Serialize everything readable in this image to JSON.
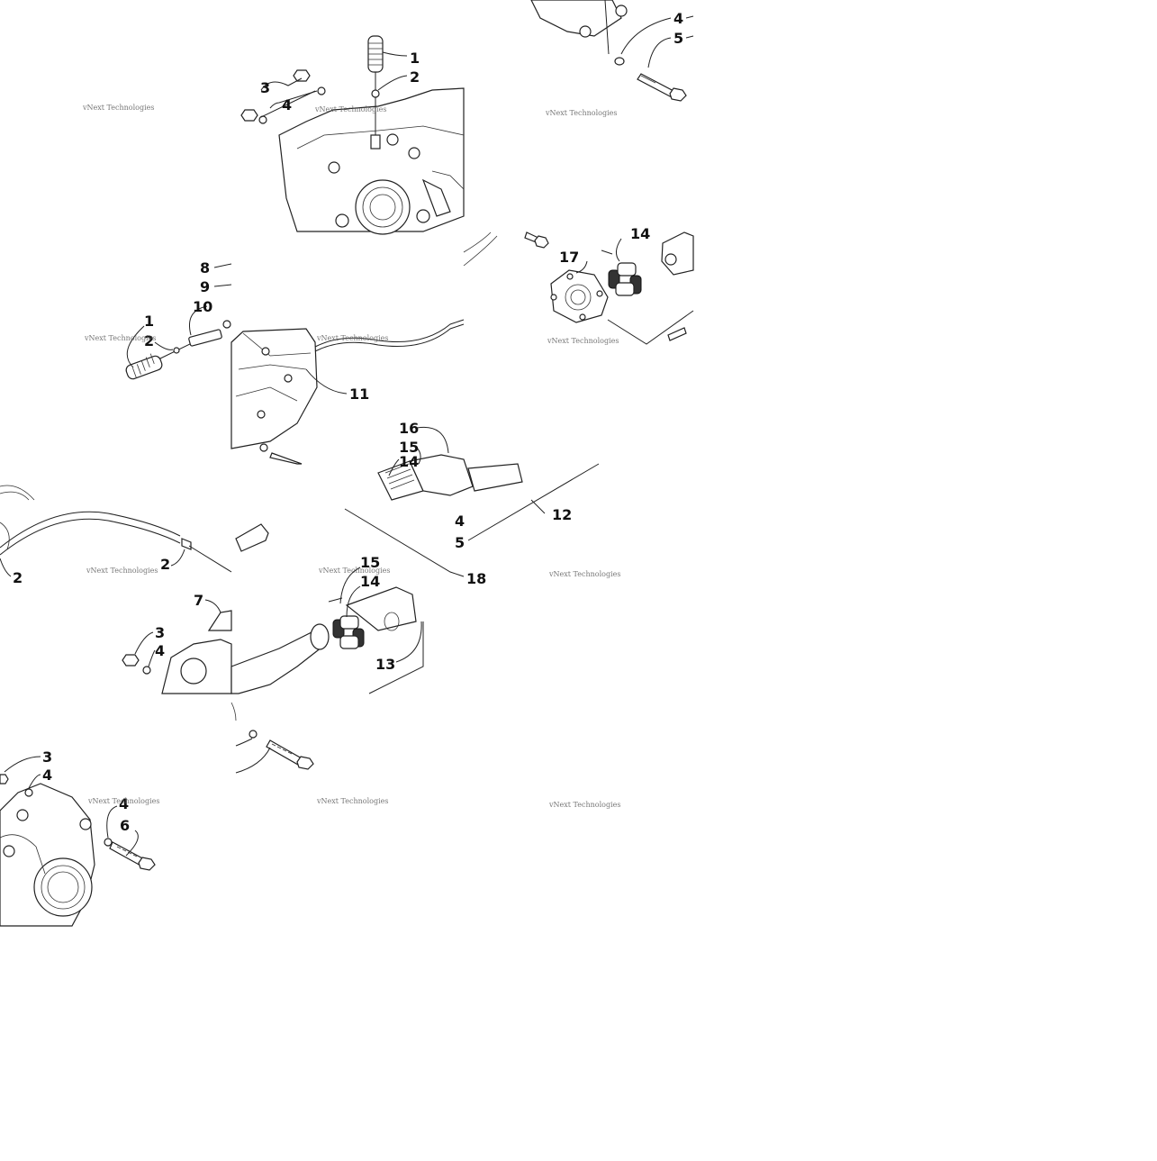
{
  "watermark": {
    "line1": "vNext Technologies"
  },
  "callouts": {
    "t1": [
      "1",
      "2",
      "3",
      "4"
    ],
    "t2": [
      "4",
      "5"
    ],
    "t3": [
      "8",
      "9",
      "10",
      "1",
      "2",
      "11"
    ],
    "t4": [
      "14",
      "17"
    ],
    "t5": [
      "16",
      "15",
      "14",
      "12",
      "4",
      "5",
      "18"
    ],
    "t6": [
      "2",
      "2",
      "7",
      "3",
      "4"
    ],
    "t7": [
      "15",
      "14",
      "13"
    ],
    "t8": [
      "3",
      "4",
      "4",
      "6"
    ]
  }
}
